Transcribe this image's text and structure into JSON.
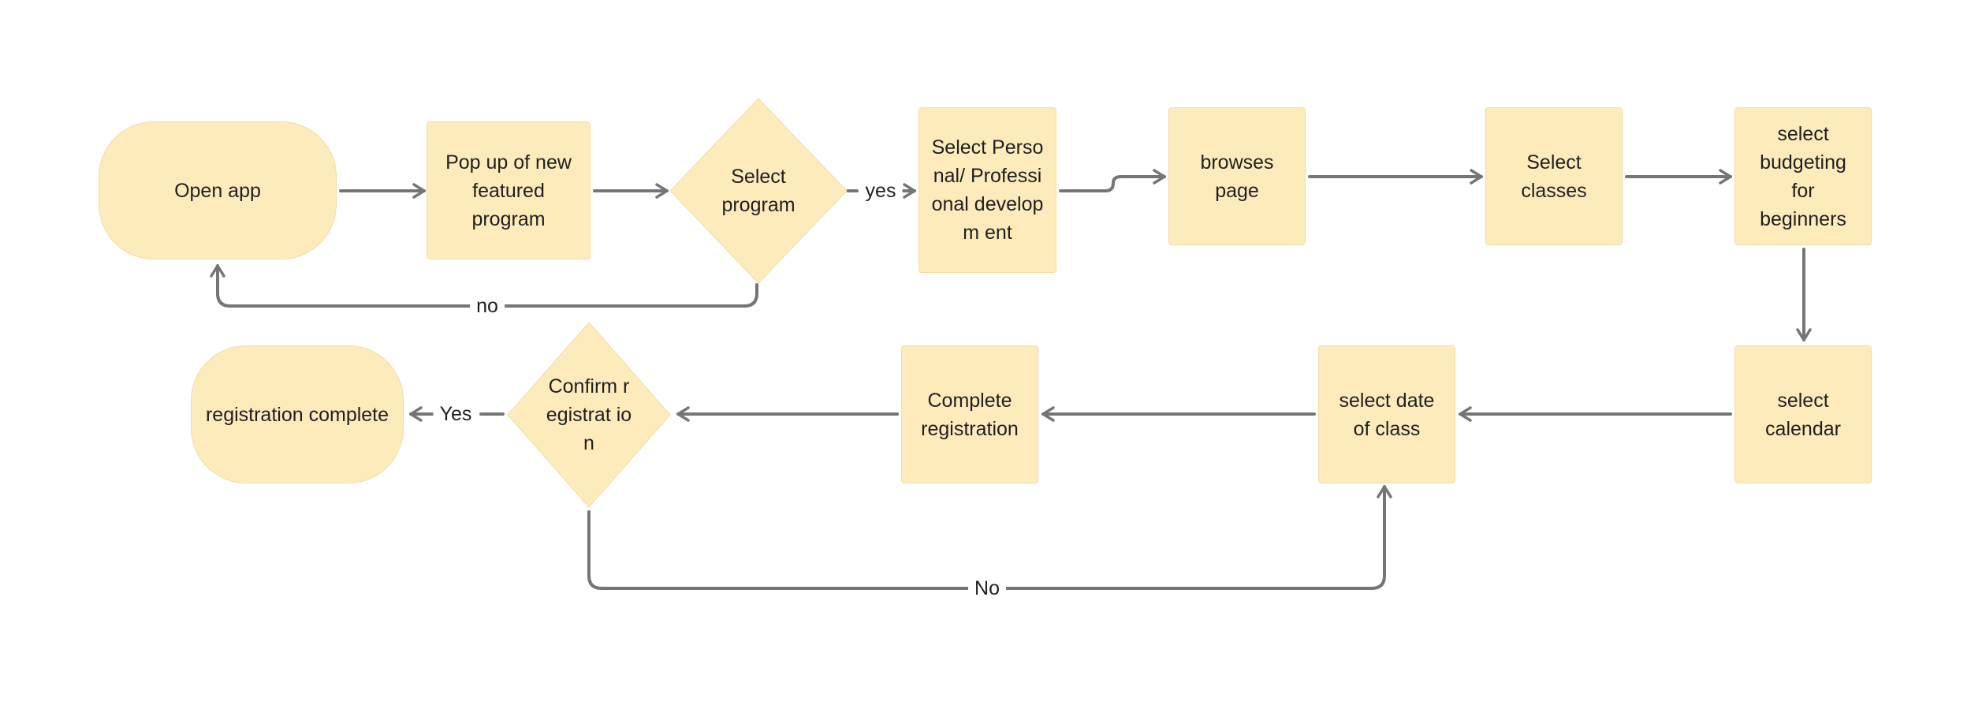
{
  "nodes": {
    "open_app": "Open app",
    "popup": "Pop up  of new featured program",
    "select_program": "Select program",
    "select_personal": "Select Personal/ Professional developm ent",
    "browses_page": "browses page",
    "select_classes": "Select classes",
    "select_budgeting": "select budgeting for beginners",
    "select_calendar": "select calendar",
    "select_date": "select date of class",
    "complete_registration": "Complete registration",
    "confirm_registration": "Confirm registrat ion",
    "registration_complete": "registration complete"
  },
  "edge_labels": {
    "yes": "yes",
    "no": "no",
    "yes2": "Yes",
    "no2": "No"
  },
  "colors": {
    "node_fill": "#fdebbc",
    "connector": "#757575"
  }
}
